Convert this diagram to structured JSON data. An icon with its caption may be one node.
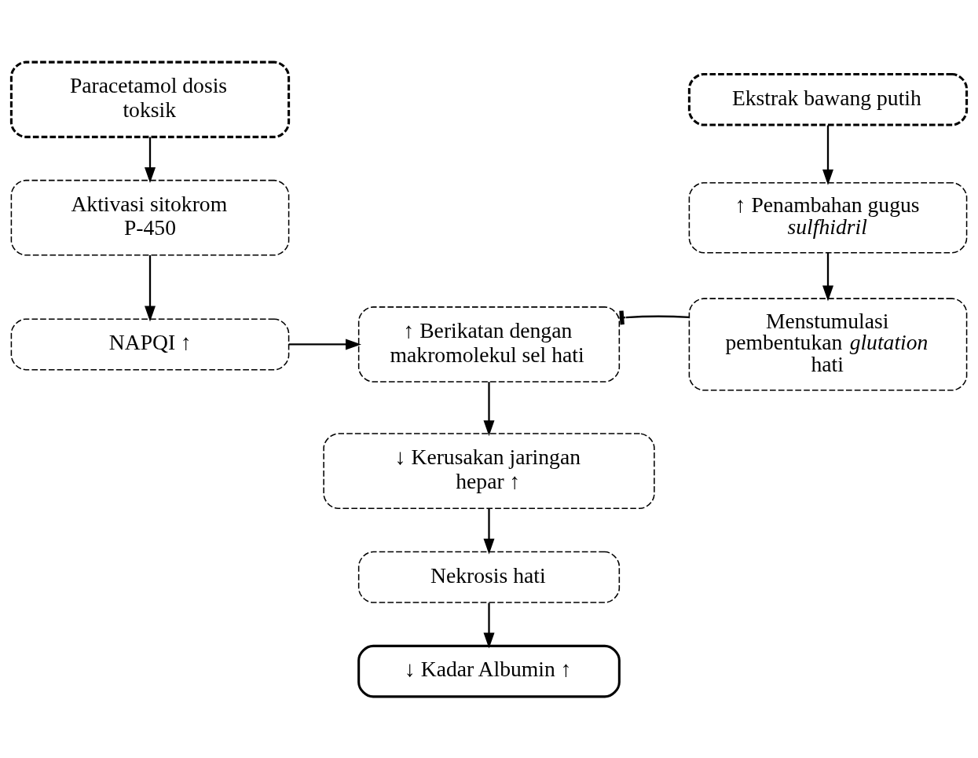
{
  "diagram": {
    "nodes": [
      {
        "text": [
          "Paracetamol dosis toksik"
        ]
      },
      {
        "text": [
          "Ekstrak bawang putih"
        ]
      },
      {
        "text": [
          "Aktivasi sitokrom P-450"
        ]
      },
      {
        "text": [
          "↑ Penambahan gugus *sulfhidril*"
        ]
      },
      {
        "text": [
          "NAPQI ↑"
        ]
      },
      {
        "text": [
          "↑ Berikatan dengan makromolekul sel hati"
        ]
      },
      {
        "text": [
          "Menstumulasi pembentukan *glutation* hati"
        ]
      },
      {
        "text": [
          "↓ Kerusakan jaringan hepar ↑"
        ]
      },
      {
        "text": [
          "Nekrosis hati"
        ]
      },
      {
        "text": [
          "↓ Kadar Albumin ↑"
        ]
      }
    ],
    "edges": [
      {
        "from": 0,
        "to": 2,
        "arrow": "to"
      },
      {
        "from": 2,
        "to": 4,
        "arrow": "to"
      },
      {
        "from": 4,
        "to": 5,
        "arrow": "to"
      },
      {
        "from": 1,
        "to": 3,
        "arrow": "to"
      },
      {
        "from": 3,
        "to": 6,
        "arrow": "to"
      },
      {
        "from": 6,
        "to": 5,
        "arrow": "other"
      },
      {
        "from": 5,
        "to": 7,
        "arrow": "to"
      },
      {
        "from": 7,
        "to": 8,
        "arrow": "to"
      },
      {
        "from": 8,
        "to": 9,
        "arrow": "to"
      }
    ]
  }
}
